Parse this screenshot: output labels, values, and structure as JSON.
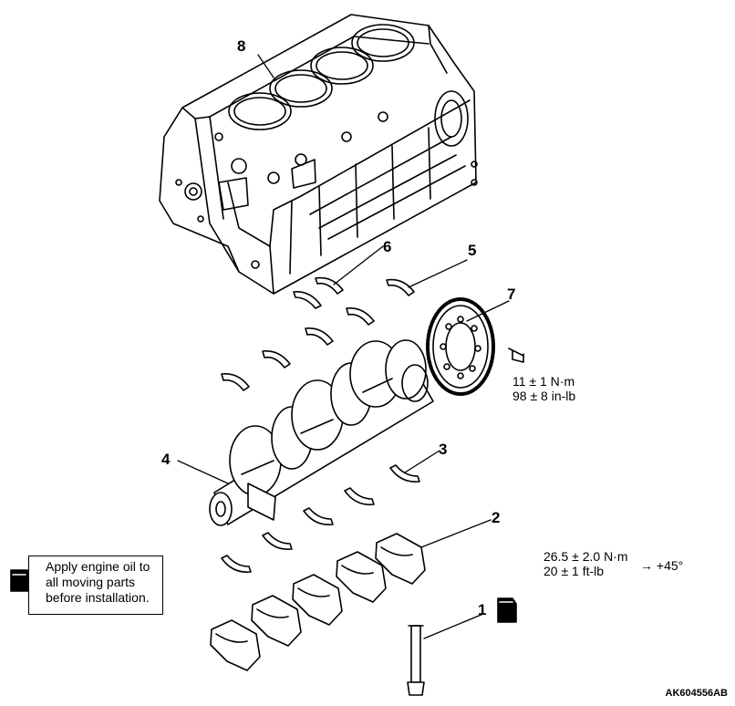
{
  "callouts": {
    "c1": "1",
    "c2": "2",
    "c3": "3",
    "c4": "4",
    "c5": "5",
    "c6": "6",
    "c7": "7",
    "c8": "8"
  },
  "torque_bolt": {
    "line1": "11 ± 1 N·m",
    "line2": "98 ± 8 in-lb"
  },
  "torque_cap": {
    "line1": "26.5 ± 2.0 N·m",
    "line2": "20 ± 1 ft-lb",
    "angle": "→ +45°"
  },
  "note": {
    "line1": "Apply engine oil to",
    "line2": "all moving parts",
    "line3": "before installation."
  },
  "figure_id": "AK604556AB",
  "icons": {
    "oil_can": "oil-can-icon"
  }
}
